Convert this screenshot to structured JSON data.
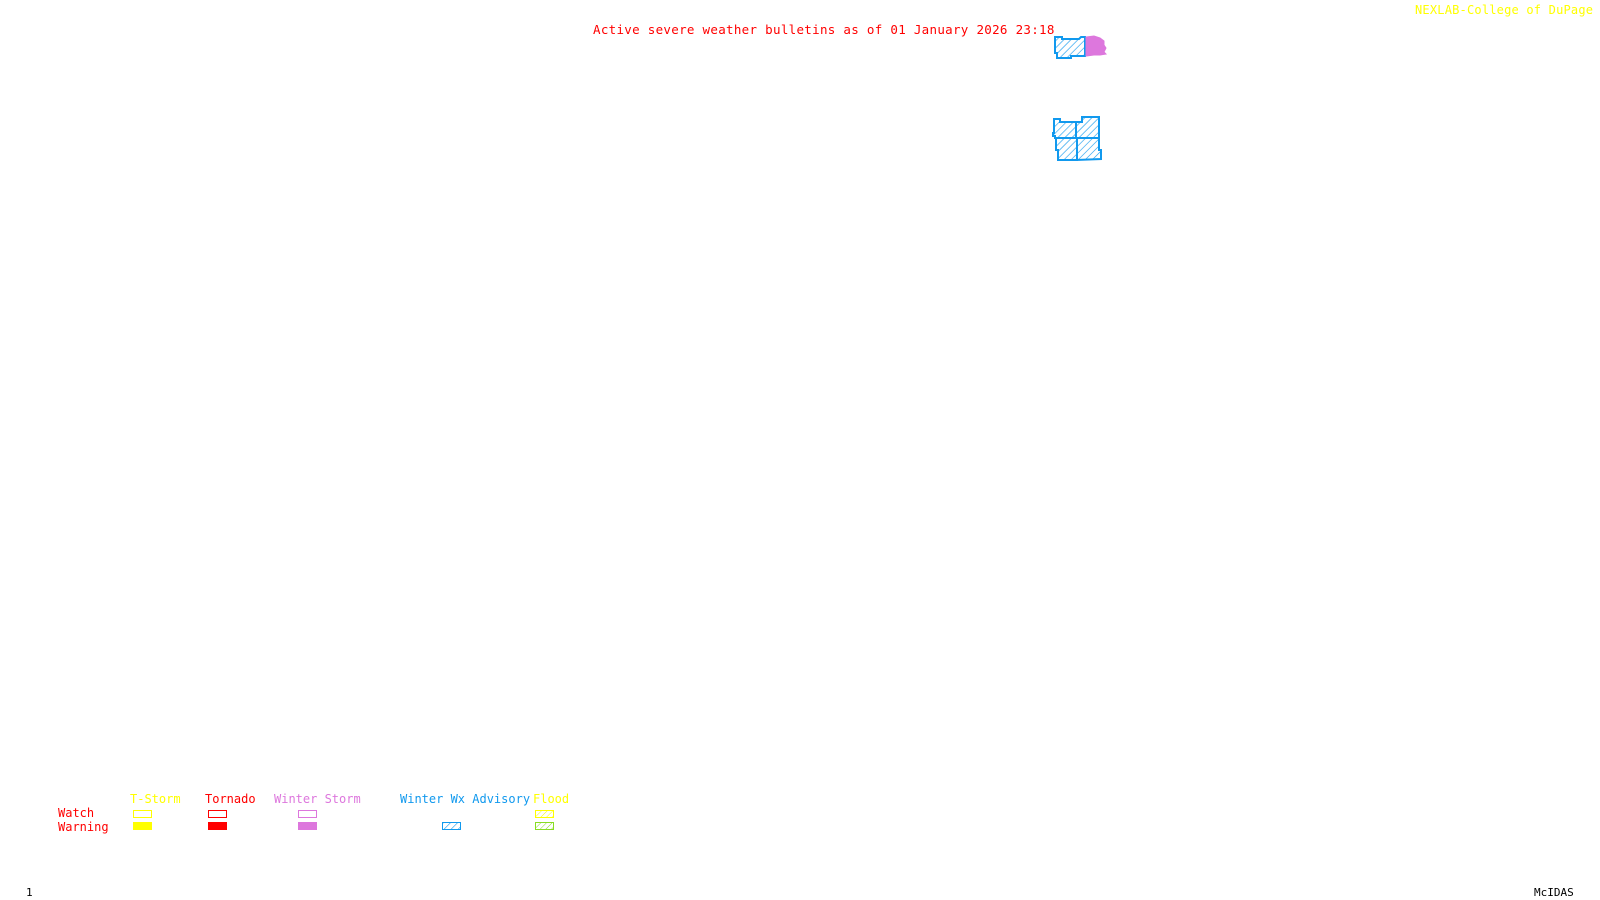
{
  "header": {
    "title": "Active severe weather bulletins as of 01 January 2026 23:18",
    "credit": "NEXLAB-College of DuPage",
    "credit_icon": "cursor-arrow-icon"
  },
  "map": {
    "alert_areas": [
      {
        "name": "winter-wx-advisory-area-north",
        "type": "Winter Wx Advisory",
        "style": "hatched"
      },
      {
        "name": "winter-storm-warning-area-north",
        "type": "Winter Storm Warning",
        "style": "solid"
      },
      {
        "name": "winter-wx-advisory-area-south",
        "type": "Winter Wx Advisory",
        "style": "hatched"
      }
    ]
  },
  "legend": {
    "rows": [
      "Watch",
      "Warning"
    ],
    "columns": [
      {
        "label": "T-Storm",
        "color": "#ffff00",
        "watch": "outline",
        "warning": "solid"
      },
      {
        "label": "Tornado",
        "color": "#ff0000",
        "watch": "outline",
        "warning": "solid"
      },
      {
        "label": "Winter Storm",
        "color": "#dd77dd",
        "watch": "outline",
        "warning": "solid"
      },
      {
        "label": "Winter Wx Advisory",
        "color": "#1199ee",
        "watch": null,
        "warning": "hatched"
      },
      {
        "label": "Flood",
        "color": "#ffff00",
        "watch": "hatched",
        "warning": "hatched",
        "warning_color": "#88dd22"
      }
    ]
  },
  "footer": {
    "frame_number": "1",
    "software": "McIDAS"
  },
  "colors": {
    "title": "#ff0000",
    "credit": "#ffff00",
    "advisory": "#1199ee",
    "winter_storm": "#dd77dd"
  }
}
